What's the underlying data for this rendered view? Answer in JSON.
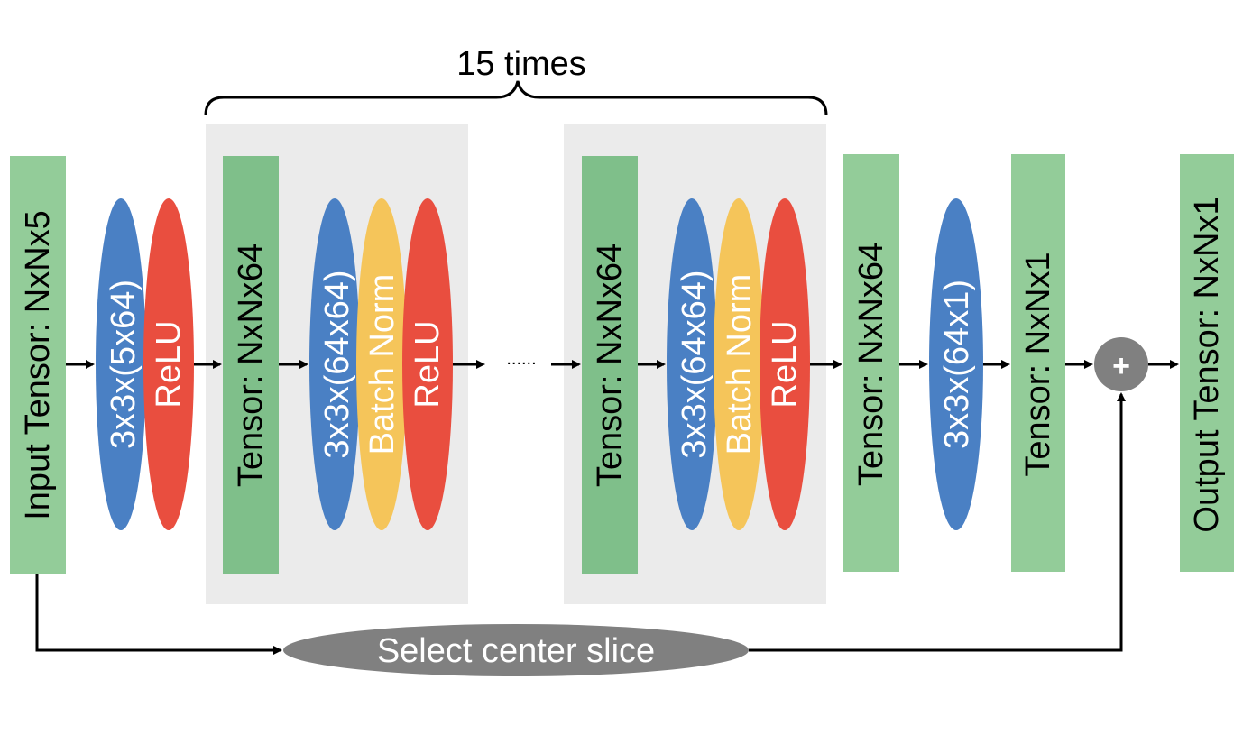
{
  "diagram": {
    "repeat_label": "15 times",
    "input_tensor": "Input Tensor: NxNx5",
    "conv_first": "3x3x(5x64)",
    "relu_first": "ReLU",
    "block_first": {
      "tensor": "Tensor: NxNx64",
      "conv": "3x3x(64x64)",
      "batch_norm": "Batch Norm",
      "relu": "ReLU"
    },
    "ellipsis": "......",
    "block_last": {
      "tensor": "Tensor: NxNx64",
      "conv": "3x3x(64x64)",
      "batch_norm": "Batch Norm",
      "relu": "ReLU"
    },
    "tensor_after": "Tensor: NxNx64",
    "conv_last": "3x3x(64x1)",
    "tensor_out1": "Tensor: NxNx1",
    "add_symbol": "+",
    "output_tensor": "Output Tensor: NxNx1",
    "skip_op": "Select center slice"
  },
  "colors": {
    "tensor": "#93cc99",
    "tensor_dark": "#7fbf8a",
    "conv": "#4a80c4",
    "relu": "#e94e3f",
    "batch_norm": "#f5c55a",
    "block_bg": "#ebebeb",
    "gray_op": "#808080"
  }
}
